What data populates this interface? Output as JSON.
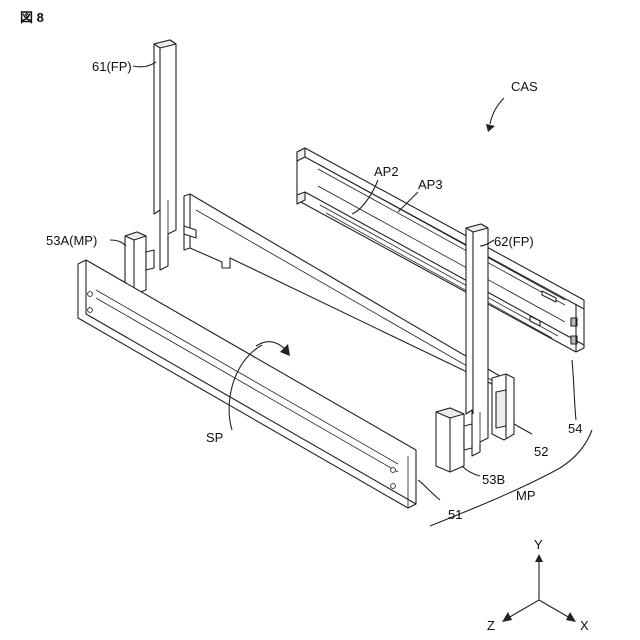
{
  "figure_label": "図 8",
  "labels": {
    "fp61": "61(FP)",
    "cas": "CAS",
    "ap2": "AP2",
    "ap3": "AP3",
    "fp62": "62(FP)",
    "mp53a": "53A(MP)",
    "sp": "SP",
    "p54": "54",
    "p52": "52",
    "p53b": "53B",
    "mp": "MP",
    "p51": "51"
  },
  "axes": {
    "y": "Y",
    "z": "Z",
    "x": "X"
  }
}
